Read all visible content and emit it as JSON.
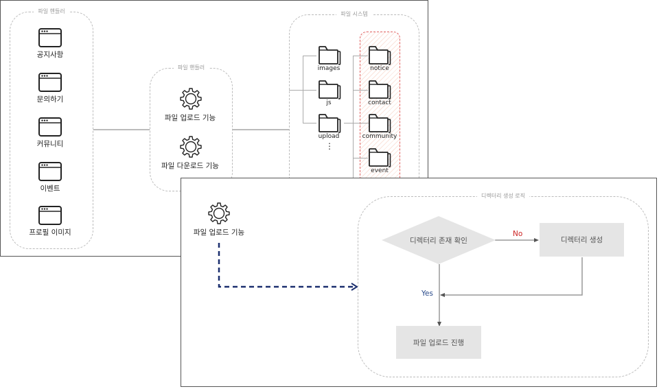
{
  "top_panel": {
    "handler_group_left": {
      "title": "파일 핸들러",
      "items": [
        {
          "icon": "browser-window-icon",
          "label": "공지사항"
        },
        {
          "icon": "browser-window-icon",
          "label": "문의하기"
        },
        {
          "icon": "browser-window-icon",
          "label": "커뮤니티"
        },
        {
          "icon": "browser-window-icon",
          "label": "이벤트"
        },
        {
          "icon": "browser-window-icon",
          "label": "프로필 이미지"
        }
      ]
    },
    "handler_group_middle": {
      "title": "파일 핸들러",
      "items": [
        {
          "icon": "gear-icon",
          "label": "파일 업로드 기능"
        },
        {
          "icon": "gear-icon",
          "label": "파일 다운로드 기능"
        }
      ]
    },
    "file_system_group": {
      "title": "파일 시스템",
      "root_folders": [
        {
          "icon": "folder-icon",
          "label": "images"
        },
        {
          "icon": "folder-icon",
          "label": "js"
        },
        {
          "icon": "folder-icon",
          "label": "upload"
        }
      ],
      "more_indicator": "⋮",
      "upload_subfolders": [
        {
          "icon": "folder-icon",
          "label": "notice"
        },
        {
          "icon": "folder-icon",
          "label": "contact"
        },
        {
          "icon": "folder-icon",
          "label": "community"
        },
        {
          "icon": "folder-icon",
          "label": "event"
        }
      ],
      "highlight_color": "#e06060"
    }
  },
  "bottom_panel": {
    "source": {
      "icon": "gear-icon",
      "label": "파일 업로드 기능"
    },
    "arrow_color": "#1a2e6e",
    "logic_group": {
      "title": "디렉터리 생성 로직",
      "decision": "디렉터리 존재 확인",
      "no_label": "No",
      "no_color": "#cc2222",
      "create_step": "디렉터리 생성",
      "yes_label": "Yes",
      "yes_color": "#2a4a8a",
      "final_step": "파일 업로드 진행"
    }
  }
}
